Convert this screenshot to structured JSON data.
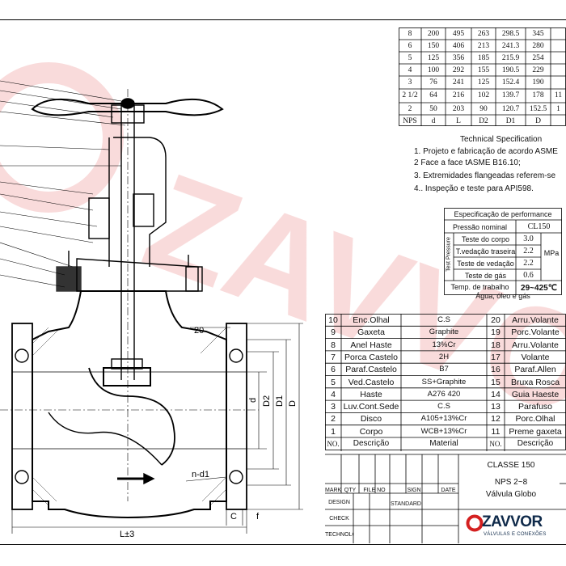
{
  "dimension_table": {
    "rows": [
      [
        "8",
        "200",
        "495",
        "263",
        "298.5",
        "345"
      ],
      [
        "6",
        "150",
        "406",
        "213",
        "241.3",
        "280"
      ],
      [
        "5",
        "125",
        "356",
        "185",
        "215.9",
        "254"
      ],
      [
        "4",
        "100",
        "292",
        "155",
        "190.5",
        "229"
      ],
      [
        "3",
        "76",
        "241",
        "125",
        "152.4",
        "190"
      ],
      [
        "2 1/2",
        "64",
        "216",
        "102",
        "139.7",
        "178"
      ],
      [
        "2",
        "50",
        "203",
        "90",
        "120.7",
        "152.5"
      ]
    ],
    "header": [
      "NPS",
      "d",
      "L",
      "D2",
      "D1",
      "D"
    ],
    "extra_col": [
      "",
      "",
      "",
      "",
      "",
      "11",
      "1"
    ]
  },
  "tech_spec": {
    "title": "Technical Specification",
    "items": [
      {
        "num": "1.",
        "text": "Projeto e fabricação de acordo ASME"
      },
      {
        "num": "2",
        "text": "Face a face tASME B16.10;"
      },
      {
        "num": "3.",
        "text": "Extremidades flangeadas referem-se"
      },
      {
        "num": "4.",
        "text": ". Inspeção e teste para API598."
      }
    ]
  },
  "performance": {
    "title": "Especificação de performance",
    "pressure_label": "Pressão nominal",
    "pressure_value": "CL150",
    "test_group_label": "Test Pressure",
    "rows": [
      {
        "label": "Teste do corpo",
        "value": "3.0"
      },
      {
        "label": "T.vedação traseira",
        "value": "2.2"
      },
      {
        "label": "Teste de vedação",
        "value": "2.2"
      },
      {
        "label": "Teste de gás",
        "value": "0.6"
      }
    ],
    "unit": "MPa",
    "temp_label": "Temp. de trabalho",
    "temp_value": "29~425℃",
    "medium": "Água, óleo e gás"
  },
  "parts_left": [
    {
      "no": "10",
      "desc": "Enc.Olhal",
      "mat": "C.S"
    },
    {
      "no": "9",
      "desc": "Gaxeta",
      "mat": "Graphite"
    },
    {
      "no": "8",
      "desc": "Anel Haste",
      "mat": "13%Cr"
    },
    {
      "no": "7",
      "desc": "Porca Castelo",
      "mat": "2H"
    },
    {
      "no": "6",
      "desc": "Paraf.Castelo",
      "mat": "B7"
    },
    {
      "no": "5",
      "desc": "Ved.Castelo",
      "mat": "SS+Graphite"
    },
    {
      "no": "4",
      "desc": "Haste",
      "mat": "A276 420"
    },
    {
      "no": "3",
      "desc": "Luv.Cont.Sede",
      "mat": "C.S"
    },
    {
      "no": "2",
      "desc": "Disco",
      "mat": "A105+13%Cr"
    },
    {
      "no": "1",
      "desc": "Corpo",
      "mat": "WCB+13%Cr"
    }
  ],
  "parts_right": [
    {
      "no": "20",
      "desc": "Arru.Volante"
    },
    {
      "no": "19",
      "desc": "Porc.Volante"
    },
    {
      "no": "18",
      "desc": "Arru.Volante"
    },
    {
      "no": "17",
      "desc": "Volante"
    },
    {
      "no": "16",
      "desc": "Paraf.Allen"
    },
    {
      "no": "15",
      "desc": "Bruxa Rosca"
    },
    {
      "no": "14",
      "desc": "Guia Haeste"
    },
    {
      "no": "13",
      "desc": "Parafuso"
    },
    {
      "no": "12",
      "desc": "Porc.Olhal"
    },
    {
      "no": "11",
      "desc": "Preme gaxeta"
    }
  ],
  "parts_header": {
    "no": "NO.",
    "desc": "Descrição",
    "mat": "Material"
  },
  "title_block": {
    "classe": "CLASSE 150",
    "nps": "NPS 2~8",
    "name": "Válvula Globo",
    "headers": [
      "MARK",
      "QTY",
      "FILE NO",
      "SIGN",
      "DATE"
    ],
    "row_labels": [
      "DESIGN",
      "CHECK",
      "TECHNOLOGY"
    ],
    "standard": "STANDARD"
  },
  "logo": {
    "name": "ZAVVOR",
    "tagline": "VÁLVULAS E CONEXÕES"
  },
  "watermark": "ZAVVOR",
  "drawing_labels": {
    "flange_thk": "20",
    "d": "d",
    "D2": "D2",
    "D1": "D1",
    "D": "D",
    "holes": "n-d1",
    "C": "C",
    "f": "f",
    "L": "L±3"
  }
}
